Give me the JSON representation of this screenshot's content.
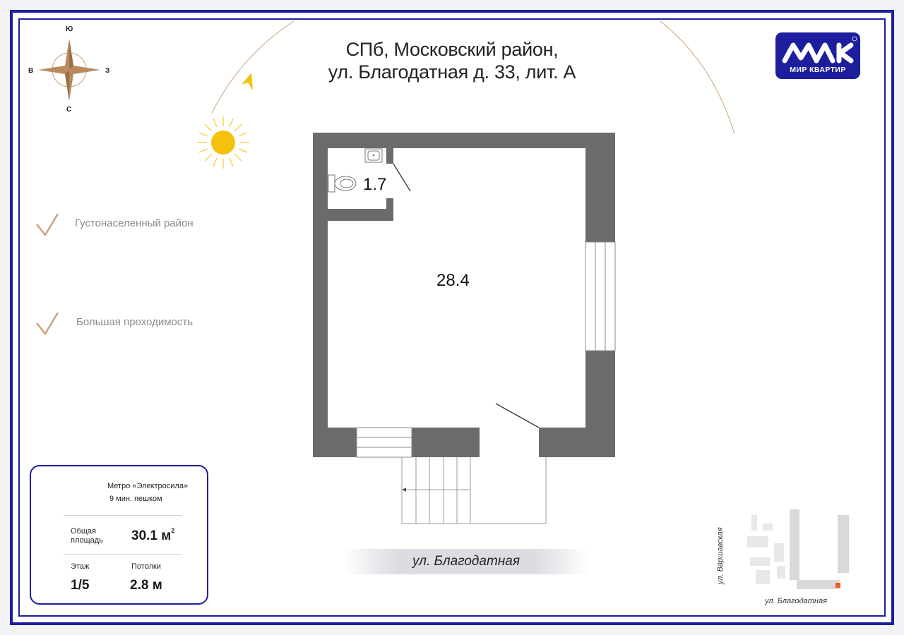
{
  "address": {
    "line1": "СПб, Московский район,",
    "line2": "ул. Благодатная д. 33, лит. А"
  },
  "brand": {
    "name": "МИР КВАРТИР",
    "color": "#1d1e9e",
    "icon": "mir-kvartir-logo-icon"
  },
  "compass": {
    "north": "Ю",
    "south": "С",
    "west": "В",
    "east": "З"
  },
  "features": [
    {
      "text": "Густонаселенный район",
      "icon": "check-icon"
    },
    {
      "text": "Большая проходимость",
      "icon": "check-icon"
    }
  ],
  "rooms": [
    {
      "area": "1.7"
    },
    {
      "area": "28.4"
    }
  ],
  "info": {
    "metro_name": "Метро «Электросила»",
    "metro_walk": "9 мин. пешком",
    "total_area_label_1": "Общая",
    "total_area_label_2": "площадь",
    "total_area_value": "30.1 м",
    "total_area_unit_sup": "2",
    "floor_label": "Этаж",
    "floor_value": "1/5",
    "ceiling_label": "Потолки",
    "ceiling_value": "2.8 м"
  },
  "street": "ул. Благодатная",
  "map": {
    "street_vertical": "ул. Варшавская",
    "street_horizontal": "ул. Благодатная"
  },
  "colors": {
    "frame": "#1d1e9e",
    "wall": "#6b6b6b",
    "accent": "#c8a27a",
    "sun": "#f4c20d",
    "moon": "#f2c200",
    "marker": "#f05a28"
  }
}
